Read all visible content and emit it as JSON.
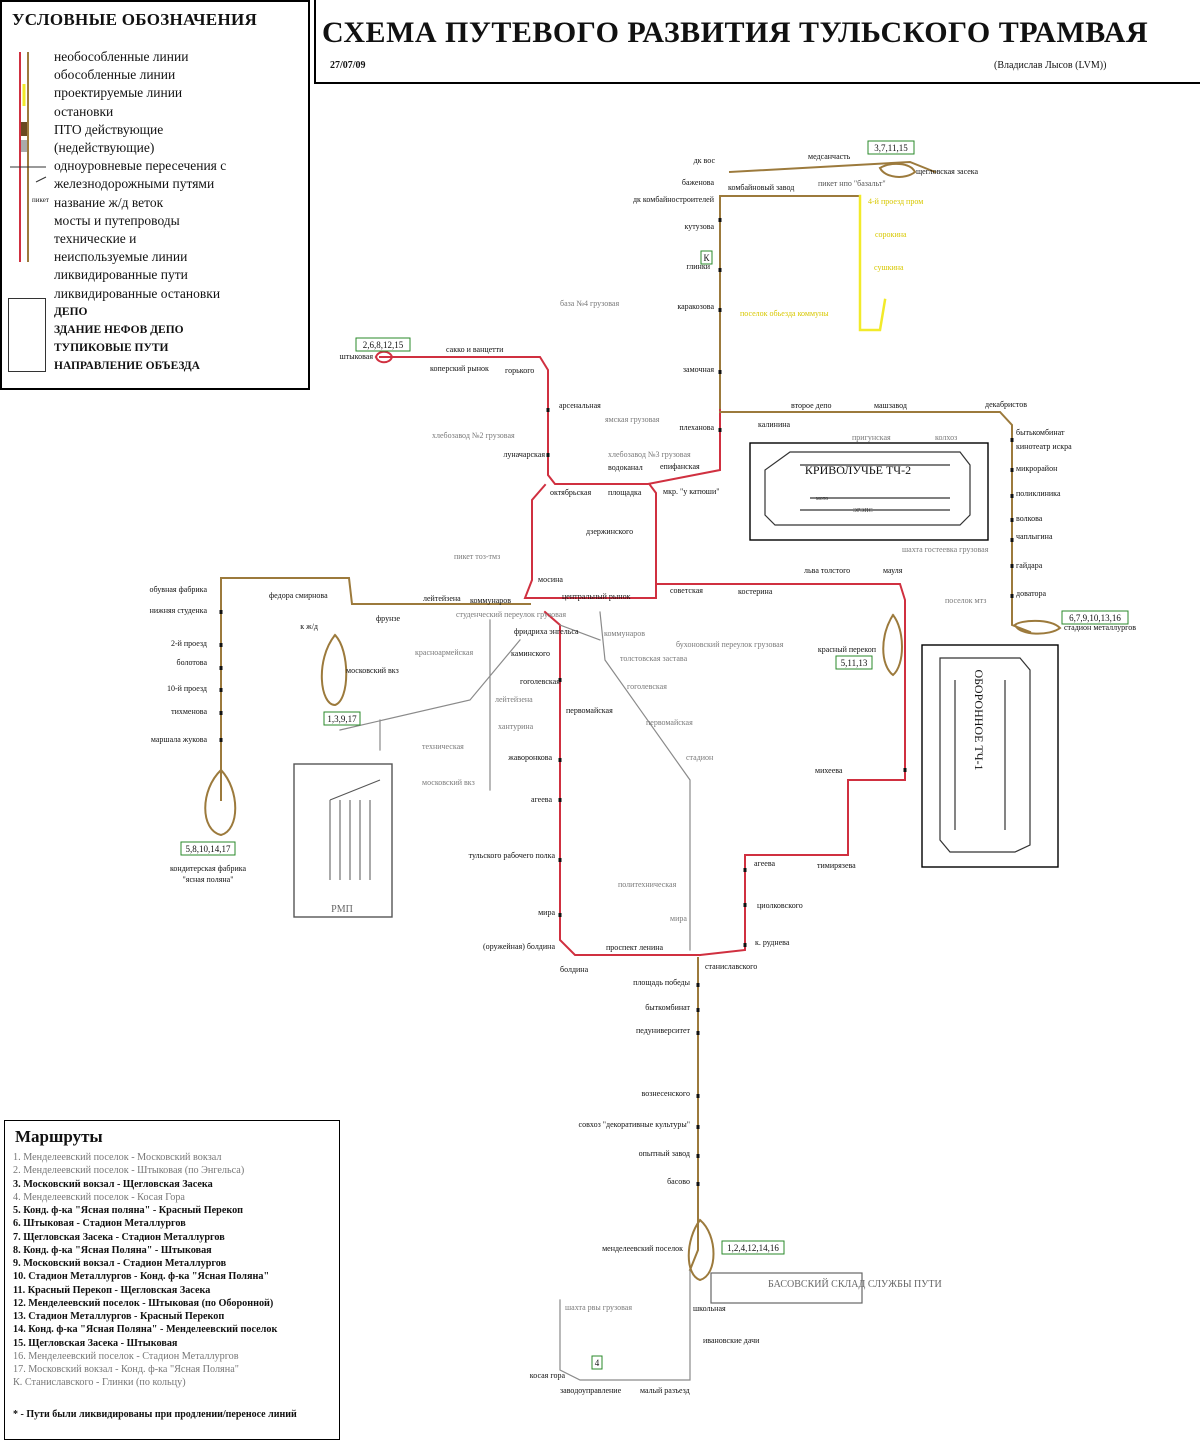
{
  "title": "СХЕМА ПУТЕВОГО РАЗВИТИЯ ТУЛЬСКОГО ТРАМВАЯ",
  "date": "27/07/09",
  "author": "(Владислав Лысов (LVM))",
  "colors": {
    "line": "#9c7a3c",
    "separate": "#d03040",
    "projected": "#f2ea2a",
    "grey": "#8a8a8a",
    "green": "#2a8a2a"
  },
  "legend": {
    "title": "УСЛОВНЫЕ ОБОЗНАЧЕНИЯ",
    "items": [
      "необособленные линии",
      "обособленные линии",
      "проектируемые линии",
      "остановки",
      "ПТО действующие",
      "(недействующие)",
      "одноуровневые пересечения с",
      "железнодорожными путями",
      "название ж/д веток",
      "мосты и путепроводы",
      "технические и",
      "неиспользуемые линии",
      "ликвидированные пути",
      "ликвидированные остановки"
    ],
    "branch_sample": "пикет",
    "bold_items": [
      "ДЕПО",
      "ЗДАНИЕ НЕФОВ ДЕПО",
      "ТУПИКОВЫЕ ПУТИ",
      "НАПРАВЛЕНИЕ ОБЪЕЗДА"
    ]
  },
  "routes": {
    "title": "Маршруты",
    "items": [
      {
        "text": "1. Менделеевский поселок - Московский вокзал",
        "active": false
      },
      {
        "text": "2. Менделеевский поселок - Штыковая (по Энгельса)",
        "active": false
      },
      {
        "text": "3. Московский вокзал - Щегловская Засека",
        "active": true
      },
      {
        "text": "4. Менделеевский поселок - Косая Гора",
        "active": false
      },
      {
        "text": "5. Конд. ф-ка \"Ясная поляна\" - Красный Перекоп",
        "active": true
      },
      {
        "text": "6. Штыковая - Стадион Металлургов",
        "active": true
      },
      {
        "text": "7. Щегловская Засека - Стадион Металлургов",
        "active": true
      },
      {
        "text": "8. Конд. ф-ка \"Ясная Поляна\" - Штыковая",
        "active": true
      },
      {
        "text": "9. Московский вокзал - Стадион Металлургов",
        "active": true
      },
      {
        "text": "10. Стадион Металлургов - Конд. ф-ка \"Ясная Поляна\"",
        "active": true
      },
      {
        "text": "11. Красный Перекоп - Щегловская Засека",
        "active": true
      },
      {
        "text": "12. Менделеевский поселок - Штыковая (по Оборонной)",
        "active": true
      },
      {
        "text": "13. Стадион Металлургов - Красный Перекоп",
        "active": true
      },
      {
        "text": "14. Конд. ф-ка \"Ясная Поляна\" - Менделеевский поселок",
        "active": true
      },
      {
        "text": "15. Щегловская Засека - Штыковая",
        "active": true
      },
      {
        "text": "16. Менделеевский поселок - Стадион Металлургов",
        "active": false
      },
      {
        "text": "17. Московский вокзал - Конд. ф-ка \"Ясная Поляна\"",
        "active": false
      },
      {
        "text": "К. Станиславского - Глинки (по кольцу)",
        "active": false
      }
    ],
    "footnote": "* - Пути были ликвидированы при продлении/переносе линий"
  },
  "route_boxes": {
    "shchegl": "3,7,11,15",
    "shtyk": "2,6,8,12,15",
    "kring": "К",
    "mosk": "1,3,9,17",
    "krasny": "5,11,13",
    "stadion": "6,7,9,10,13,16",
    "yasnaya": "5,8,10,14,17",
    "mendel": "1,2,4,12,14,16",
    "kosaya": "4"
  },
  "depots": {
    "tch2": "КРИВОЛУЧЬЕ ТЧ-2",
    "tch1": "ОБОРОННОЕ ТЧ-1",
    "rmp": "РМП",
    "basov": "БАСОВСКИЙ СКЛАД СЛУЖБЫ ПУТИ",
    "erps": "ЭРЭПС",
    "moto": "мото"
  },
  "stops": {
    "dk_vos": "дк вос",
    "medsanchast": "медсанчасть",
    "shchegl_zaseka": "щегловская засека",
    "bazhenova": "баженова",
    "kombain_zavod": "комбайновый завод",
    "piket_bazalt": "пикет нпо \"базальт\"",
    "dk_kombain": "дк комбайностроителей",
    "kutuzova": "кутузова",
    "glinki": "глинки",
    "karakozova": "каракозова",
    "zamochnaya": "замочная",
    "plekhanova": "плеханова",
    "kalinina": "калинина",
    "vtoroe_depo": "второе депо",
    "mashzavod": "машзавод",
    "dekabristov": "декабристов",
    "bytkombinat1": "бытькомбинат",
    "kino_iskra": "кинотеатр искра",
    "mikrorayon": "микрорайон",
    "poliklinika": "поликлиника",
    "volkova": "волкова",
    "chaplygina": "чаплыгина",
    "gaydara": "гайдара",
    "dovatora": "доватора",
    "stadion_met": "стадион металлургов",
    "shtykovaya": "штыковая",
    "sakko": "сакко и ванцетти",
    "koperskiy": "коперский рынок",
    "gorkogo": "горького",
    "arsenalnaya": "арсенальная",
    "lunacharskaya": "луначарская",
    "epifanskaya": "епифанская",
    "vodokanal": "водоканал",
    "oktyabrskaya": "октябрьская",
    "ploshchadka": "площадка",
    "mkr_katyushi": "мкр. \"у катюши\"",
    "dzerzhinskogo": "дзержинского",
    "mosina": "мосина",
    "tsentr_rynok": "центральный рынок",
    "sovetskaya": "советская",
    "kosterina": "костерина",
    "lva_tolstogo": "льва толстого",
    "maulya": "мауля",
    "leyteyzena": "лейтейзена",
    "kommunarov": "коммунаров",
    "fryaz_engelsa": "фридриха энгельса",
    "kaminskogo": "каминского",
    "gogolevskaya": "гоголевская",
    "pervomayskaya": "первомайская",
    "frunze": "фрунзе",
    "fedora_smirnova": "федора смирнова",
    "obuvnaya": "обувная фабрика",
    "nizhnyaya_st": "нижняя студенка",
    "proezd2": "2-й проезд",
    "bolotova": "болотова",
    "proezd10": "10-й проезд",
    "tikhmenova": "тихменова",
    "marshala": "маршала жукова",
    "konditer": "кондитерская фабрика",
    "yasnaya_polyana": "\"ясная поляна\"",
    "moskovsky_vz": "московский вкз",
    "k_zh_d": "к ж/д",
    "krasny_perekop": "красный перекоп",
    "tula_rab_polka": "тульского рабочего полка",
    "ageeva": "агеева",
    "ageeva2": "агеева",
    "mira": "мира",
    "boldina_oruzh": "(оружейная) болдина",
    "boldina": "болдина",
    "prospekt_lenina": "проспект ленина",
    "stanislavskogo": "станиславского",
    "k_rudneva": "к. руднева",
    "tsiolkovskogo": "циолковского",
    "timiryazeva": "тимирязева",
    "mikheeva": "михеева",
    "zhavoronkova": "жаворонкова",
    "ploshchad_pobedy": "площадь победы",
    "bytkombinat2": "быткомбинат",
    "peduniversitet": "педуниверситет",
    "voznesenskogo": "вознесенского",
    "sovkhoz": "совхоз \"декоративные культуры\"",
    "opytny_zavod": "опытный завод",
    "basovo": "басово",
    "mendeleevsky": "менделеевский поселок",
    "shkolnaya": "школьная",
    "ivanovskie_dachi": "ивановские дачи",
    "kosaya_gora": "косая гора",
    "zavodoupravlenie": "заводоуправление",
    "maly_razezd": "малый разъезд"
  },
  "grey_labels": {
    "baza4": "база №4 грузовая",
    "khlebozavod2": "хлебозавод №2 грузовая",
    "yamskaya": "ямская грузовая",
    "khlebozavod3": "хлебозавод №3 грузовая",
    "piket_toz": "пикет тоз-тмз",
    "studencheskiy": "студенческий переулок грузовая",
    "krasnoarmeyskaya": "красноармейская",
    "kommunarov_g": "коммунаров",
    "bukhonovsky": "бухоновский переулок грузовая",
    "tolstovskaya": "толстовская застава",
    "gogolevskaya_g": "гоголевская",
    "leyteyzena_g": "лейтейзена",
    "khanturina": "хантурина",
    "pervomayskaya_g": "первомайская",
    "stadion": "стадион",
    "tekhnicheskaya": "техническая",
    "moskovsky_vz_g": "московский вкз",
    "politekhnicheskaya": "политехническая",
    "mira_g": "мира",
    "prigunskaya": "пригунская",
    "kolhoz": "колхоз",
    "shakhta_gosteevka": "шахта гостеевка грузовая",
    "poselok_mtz": "поселок мтз",
    "shakhta_ryvy": "шахта рвы грузовая"
  },
  "projected": {
    "p1": "4-й проезд пром",
    "p2": "сорокина",
    "p3": "сушкина",
    "p4": "поселок обьезда коммуны"
  }
}
